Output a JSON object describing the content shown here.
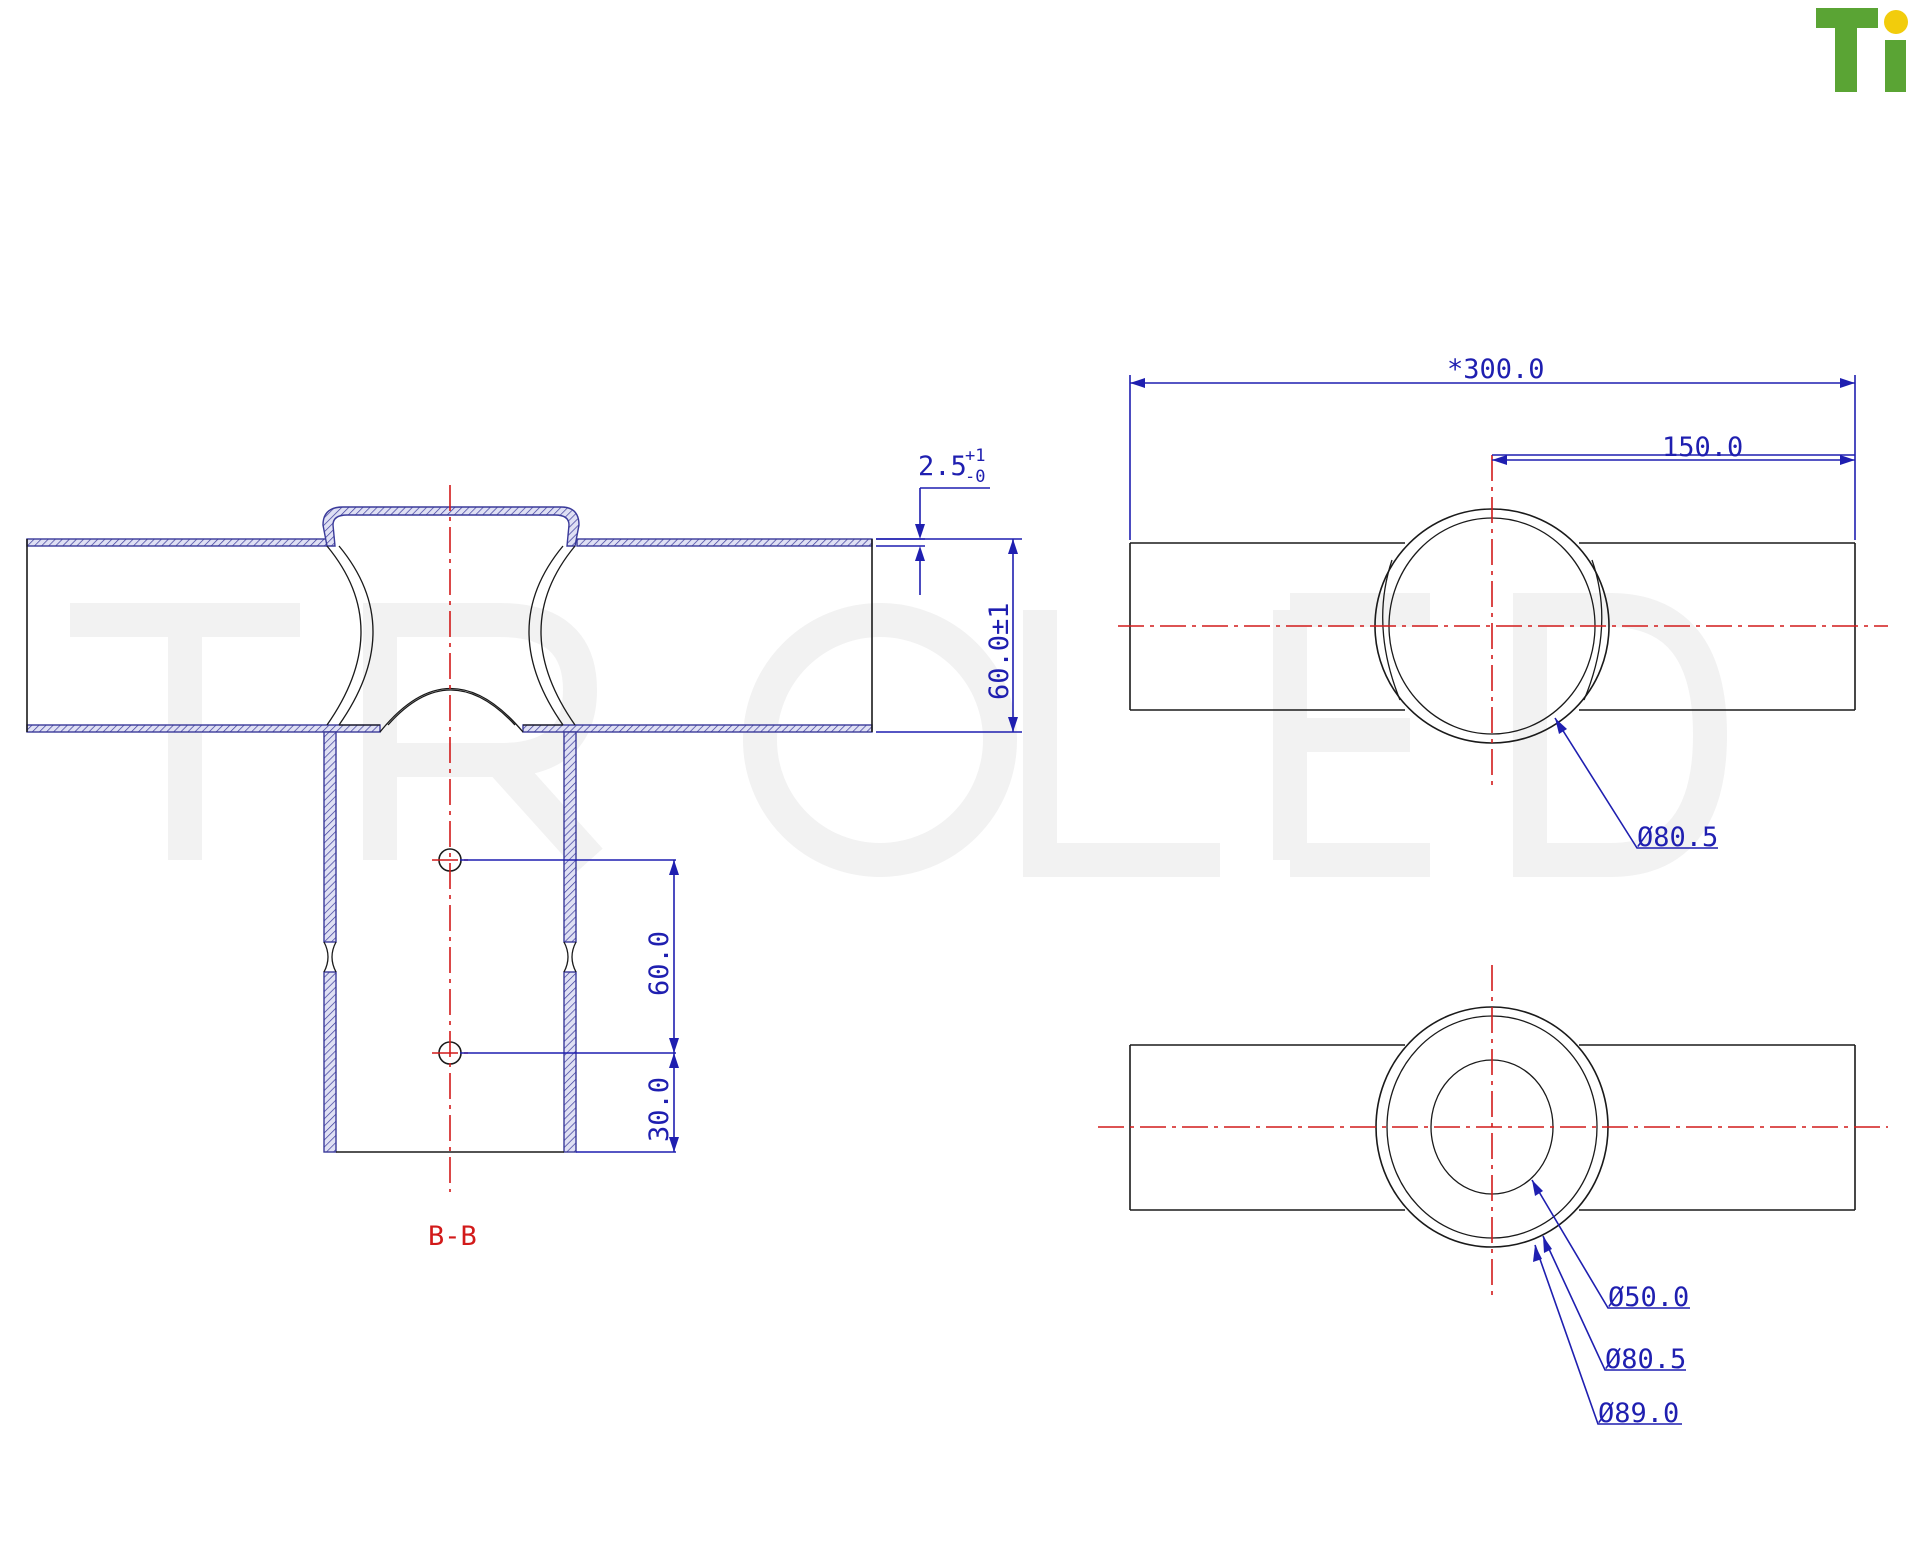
{
  "logo": {
    "text": "Ti",
    "colors": {
      "letters": "#5aa434",
      "dot": "#f2cc0c"
    }
  },
  "section_label": "B-B",
  "dimensions": {
    "overall_length": "*300.0",
    "half_length": "150.0",
    "wall_thickness": "2.5",
    "wall_tol_upper": "+1",
    "wall_tol_lower": "-0",
    "tube_height": "60.0±1",
    "hole_spacing": "60.0",
    "hole_edge": "30.0",
    "top_collar_dia": "Ø80.5",
    "inner_dia": "Ø50.0",
    "mid_dia": "Ø80.5",
    "outer_dia": "Ø89.0"
  },
  "colors": {
    "outline": "#1a1a1a",
    "dimension": "#1f1fb0",
    "centerline": "#d21a1a",
    "hatch": "#3a3a9a"
  }
}
